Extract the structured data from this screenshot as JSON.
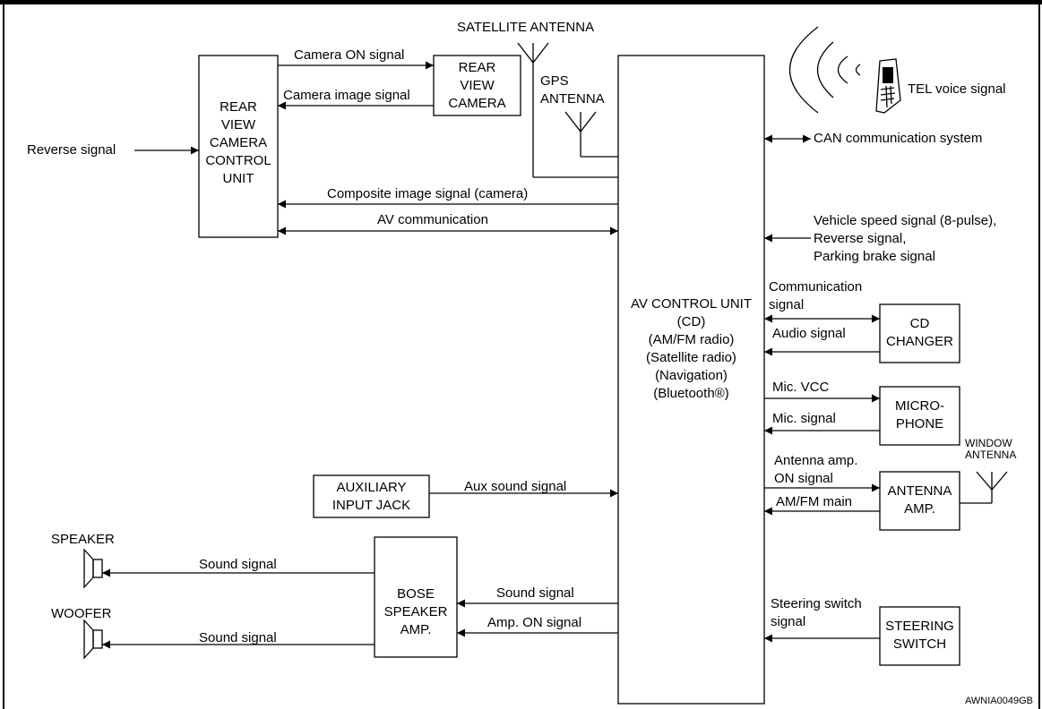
{
  "frame": {
    "bar_color": "#000000"
  },
  "blocks": {
    "rear_view_camera_control_unit": [
      "REAR",
      "VIEW",
      "CAMERA",
      "CONTROL",
      "UNIT"
    ],
    "rear_view_camera": [
      "REAR",
      "VIEW",
      "CAMERA"
    ],
    "av_control_unit": [
      "AV CONTROL UNIT",
      "(CD)",
      "(AM/FM radio)",
      "(Satellite radio)",
      "(Navigation)",
      "(Bluetooth®)"
    ],
    "cd_changer": [
      "CD",
      "CHANGER"
    ],
    "microphone": [
      "MICRO-",
      "PHONE"
    ],
    "antenna_amp": [
      "ANTENNA",
      "AMP."
    ],
    "steering_switch": [
      "STEERING",
      "SWITCH"
    ],
    "auxiliary_input_jack": [
      "AUXILIARY",
      "INPUT JACK"
    ],
    "bose_speaker_amp": [
      "BOSE",
      "SPEAKER",
      "AMP."
    ]
  },
  "components": {
    "satellite_antenna": "SATELLITE ANTENNA",
    "gps_antenna": [
      "GPS",
      "ANTENNA"
    ],
    "window_antenna": [
      "WINDOW",
      "ANTENNA"
    ],
    "speaker": "SPEAKER",
    "woofer": "WOOFER"
  },
  "signals": {
    "camera_on": "Camera ON signal",
    "camera_image": "Camera image signal",
    "reverse": "Reverse signal",
    "composite_image": "Composite image signal (camera)",
    "av_communication": "AV communication",
    "tel_voice": "TEL voice signal",
    "can_communication": "CAN communication system",
    "vehicle_inputs": [
      "Vehicle speed signal (8-pulse),",
      "Reverse signal,",
      "Parking brake signal"
    ],
    "communication": [
      "Communication",
      "signal"
    ],
    "audio": "Audio signal",
    "mic_vcc": "Mic. VCC",
    "mic_signal": "Mic. signal",
    "antenna_amp_on": [
      "Antenna amp.",
      "ON signal"
    ],
    "am_fm_main": "AM/FM main",
    "aux_sound": "Aux sound signal",
    "speaker_sound": "Sound signal",
    "bose_sound": "Sound signal",
    "amp_on": "Amp. ON signal",
    "woofer_sound": "Sound signal",
    "steering_switch": [
      "Steering switch",
      "signal"
    ]
  },
  "figure_code": "AWNIA0049GB"
}
